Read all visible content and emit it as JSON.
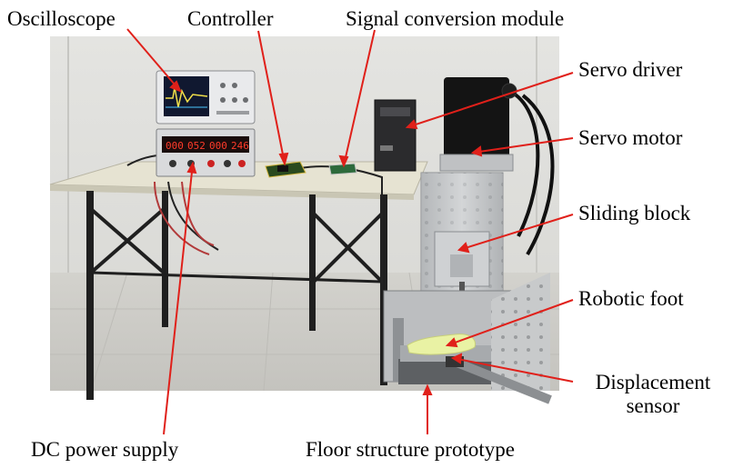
{
  "figure": {
    "labels": {
      "oscilloscope": "Oscilloscope",
      "controller": "Controller",
      "signal_module": "Signal conversion module",
      "servo_driver": "Servo driver",
      "servo_motor": "Servo motor",
      "sliding_block": "Sliding block",
      "robotic_foot": "Robotic foot",
      "displacement_line1": "Displacement",
      "displacement_line2": "sensor",
      "dc_power": "DC power supply",
      "floor_prototype": "Floor structure prototype"
    },
    "power_display": {
      "d1": "000",
      "d2": "052",
      "d3": "000",
      "d4": "246"
    },
    "colors": {
      "arrow": "#e0201a",
      "wall": "#dcdcd8",
      "floor": "#cfcfca",
      "table_top": "#e6e3d2",
      "metal_frame": "#222222",
      "aluminum": "#bfc2c4",
      "foot": "#e9f2a4",
      "display_led": "#ff3b2a"
    }
  }
}
